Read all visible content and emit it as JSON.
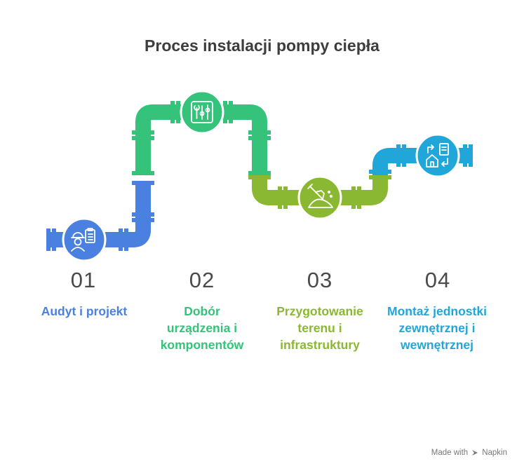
{
  "title": "Proces instalacji pompy ciepła",
  "steps": [
    {
      "number": "01",
      "label": "Audyt i projekt",
      "color": "#4a80e0",
      "icon": "engineer-clipboard-icon"
    },
    {
      "number": "02",
      "label": "Dobór urządzenia i komponentów",
      "color": "#35c27a",
      "icon": "tools-board-icon"
    },
    {
      "number": "03",
      "label": "Przygotowanie terenu i infrastruktury",
      "color": "#8ab832",
      "icon": "shovel-soil-icon"
    },
    {
      "number": "04",
      "label": "Montaż jednostki zewnętrznej i wewnętrznej",
      "color": "#21a6da",
      "icon": "house-transfer-icon"
    }
  ],
  "footer": {
    "made_with": "Made with",
    "brand": "Napkin"
  }
}
